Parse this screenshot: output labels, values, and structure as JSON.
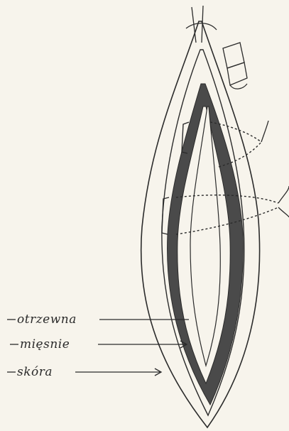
{
  "labels": {
    "peritoneum": "otrzewna",
    "muscles": "mięsnie",
    "skin": "skóra"
  },
  "colors": {
    "ink": "#2b2b2b",
    "muscle_fill": "#4a4a4a",
    "paper": "#f7f4ec"
  }
}
